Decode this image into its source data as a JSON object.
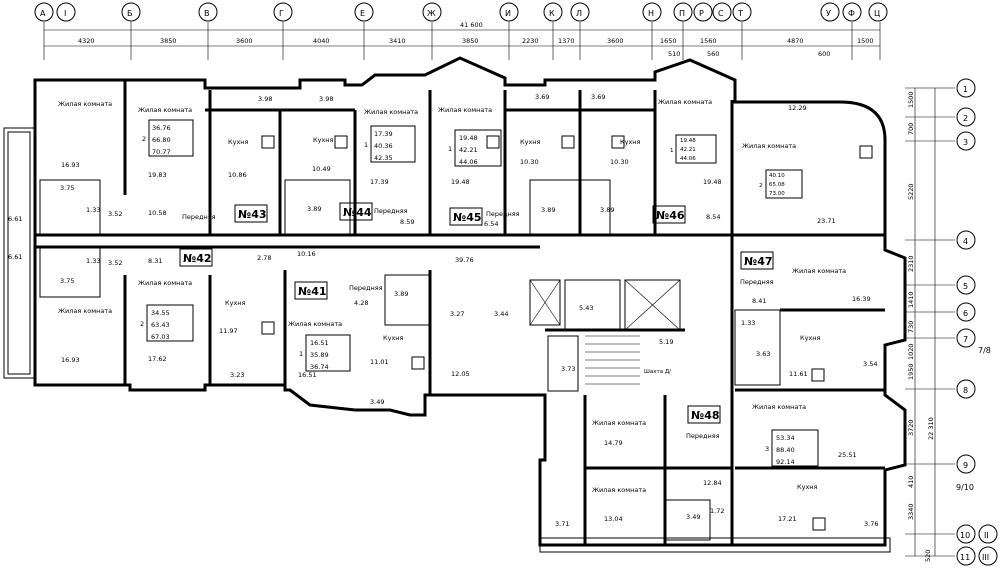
{
  "axes_top": [
    "А",
    "I",
    "Б",
    "В",
    "Г",
    "Е",
    "Ж",
    "И",
    "К",
    "Л",
    "Н",
    "П",
    "Р",
    "С",
    "Т",
    "У",
    "Ф",
    "Ц"
  ],
  "axes_right": [
    "1",
    "2",
    "3",
    "4",
    "5",
    "6",
    "7",
    "7/8",
    "8",
    "9",
    "9/10",
    "10",
    "II",
    "11",
    "III"
  ],
  "dims_top": [
    "4320",
    "3850",
    "3600",
    "4040",
    "3410",
    "3850",
    "2230",
    "1370",
    "3600",
    "1650",
    "1560",
    "4870",
    "1500",
    "41 600",
    "510",
    "560",
    "600"
  ],
  "dims_right": [
    "1500",
    "700",
    "5220",
    "2310",
    "1410",
    "730",
    "1020",
    "1950",
    "3720",
    "22 310",
    "410",
    "3340",
    "520"
  ],
  "apartments": [
    {
      "no": "№41",
      "line1": "1",
      "a": "16.51",
      "b": "35.89",
      "c": "36.74"
    },
    {
      "no": "№42",
      "line1": "2",
      "a": "34.55",
      "b": "63.43",
      "c": "67.03"
    },
    {
      "no": "№43",
      "line1": "2",
      "a": "36.76",
      "b": "66.80",
      "c": "70.77"
    },
    {
      "no": "№44",
      "line1": "1",
      "a": "17.39",
      "b": "40.36",
      "c": "42.35"
    },
    {
      "no": "№45",
      "line1": "1",
      "a": "19.48",
      "b": "42.21",
      "c": "44.06"
    },
    {
      "no": "№46",
      "line1": "1",
      "a": "19.48",
      "b": "42.21",
      "c": "44.06"
    },
    {
      "no": "№47",
      "line1": "2",
      "a": "40.10",
      "b": "65.08",
      "c": "73.00"
    },
    {
      "no": "№48",
      "line1": "3",
      "a": "53.34",
      "b": "88.40",
      "c": "92.14"
    }
  ],
  "rooms": {
    "living": "Жилая комната",
    "kitchen": "Кухня",
    "hall": "Передняя",
    "shaft": "Шахта Д/"
  },
  "areas": [
    "16.93",
    "3.75",
    "1.33",
    "3.52",
    "6.61",
    "6.61",
    "3.75",
    "1.33",
    "3.52",
    "16.93",
    "19.83",
    "10.58",
    "10.86",
    "3.98",
    "10.49",
    "3.89",
    "2.78",
    "10.16",
    "8.31",
    "17.62",
    "11.97",
    "3.23",
    "17.39",
    "3.98",
    "8.59",
    "4.28",
    "3.89",
    "16.51",
    "11.01",
    "3.49",
    "19.48",
    "6.54",
    "39.76",
    "3.27",
    "3.44",
    "5.43",
    "12.05",
    "10.30",
    "3.69",
    "3.89",
    "10.30",
    "3.69",
    "3.89",
    "5.19",
    "3.73",
    "19.48",
    "8.54",
    "12.29",
    "23.71",
    "16.39",
    "8.41",
    "1.33",
    "3.63",
    "11.61",
    "3.54",
    "25.51",
    "14.79",
    "12.84",
    "13.04",
    "3.49",
    "1.72",
    "3.71",
    "17.21",
    "3.76"
  ]
}
